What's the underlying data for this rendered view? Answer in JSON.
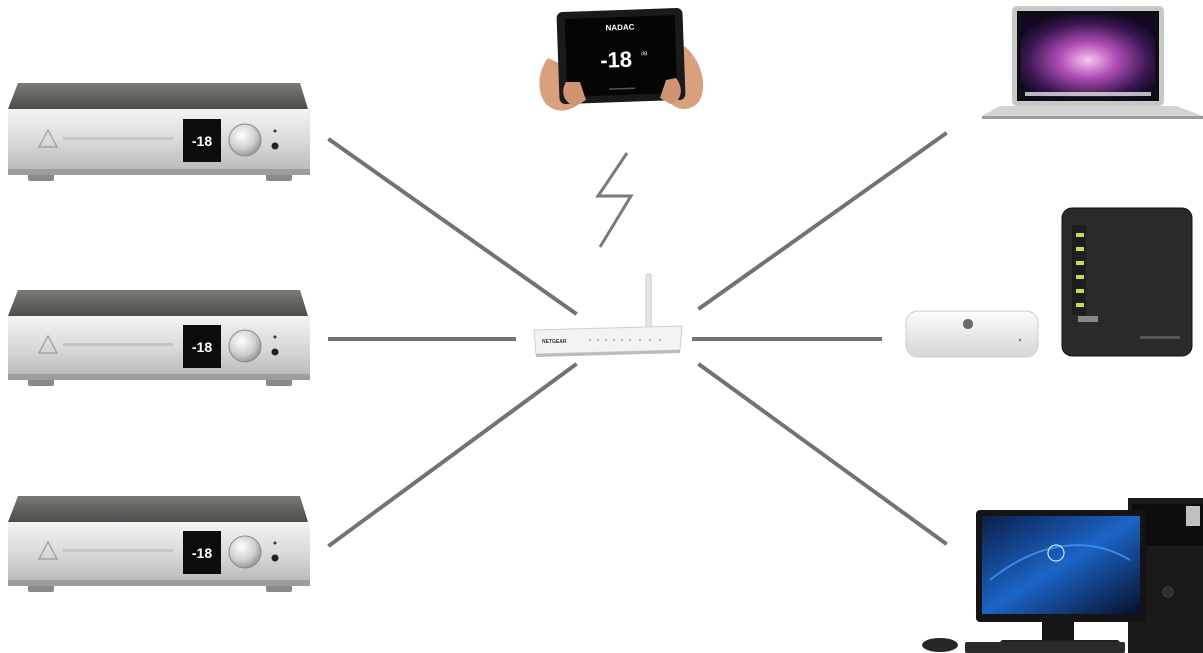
{
  "amplifiers": [
    {
      "volume_display": "-18"
    },
    {
      "volume_display": "-18"
    },
    {
      "volume_display": "-18"
    }
  ],
  "tablet": {
    "brand_label": "NADAC",
    "volume_display": "-18",
    "volume_unit": "dB"
  },
  "router": {
    "brand_label": "NETGEAR"
  },
  "colors": {
    "connection_lines": "#737373",
    "background": "#ffffff"
  }
}
